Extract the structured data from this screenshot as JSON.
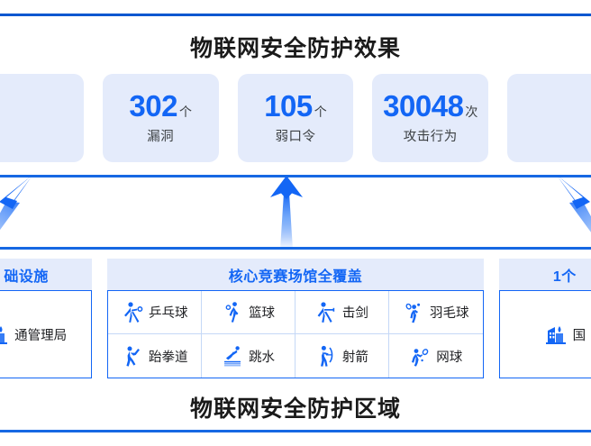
{
  "colors": {
    "accent_blue": "#1366F5",
    "rule_blue": "#0B57D0",
    "card_bg": "#E4EBFB",
    "text_dark": "#202124",
    "cell_border": "#C5D8F7"
  },
  "top_section": {
    "title": "物联网安全防护效果",
    "stats": [
      {
        "value": "",
        "unit": "",
        "label": "",
        "partial": true
      },
      {
        "value": "302",
        "unit": "个",
        "label": "漏洞",
        "partial": false
      },
      {
        "value": "105",
        "unit": "个",
        "label": "弱口令",
        "partial": false
      },
      {
        "value": "30048",
        "unit": "次",
        "label": "攻击行为",
        "partial": false
      },
      {
        "value": "",
        "unit": "",
        "label": "",
        "partial": true
      }
    ]
  },
  "arrows": [
    {
      "name": "arrow-left",
      "direction": "up-right"
    },
    {
      "name": "arrow-center",
      "direction": "up"
    },
    {
      "name": "arrow-right",
      "direction": "up-left"
    }
  ],
  "bottom_section": {
    "title": "物联网安全防护区域",
    "panels": [
      {
        "header": "础设施",
        "items": [
          {
            "label": "通管理局",
            "icon": "building-icon"
          }
        ]
      },
      {
        "header": "核心竞赛场馆全覆盖",
        "items": [
          {
            "label": "乒乓球",
            "icon": "table-tennis-icon"
          },
          {
            "label": "篮球",
            "icon": "basketball-icon"
          },
          {
            "label": "击剑",
            "icon": "fencing-icon"
          },
          {
            "label": "羽毛球",
            "icon": "badminton-icon"
          },
          {
            "label": "跆拳道",
            "icon": "taekwondo-icon"
          },
          {
            "label": "跳水",
            "icon": "diving-icon"
          },
          {
            "label": "射箭",
            "icon": "archery-icon"
          },
          {
            "label": "网球",
            "icon": "tennis-icon"
          }
        ]
      },
      {
        "header": "1个",
        "items": [
          {
            "label": "国",
            "icon": "building-icon"
          }
        ]
      }
    ]
  }
}
